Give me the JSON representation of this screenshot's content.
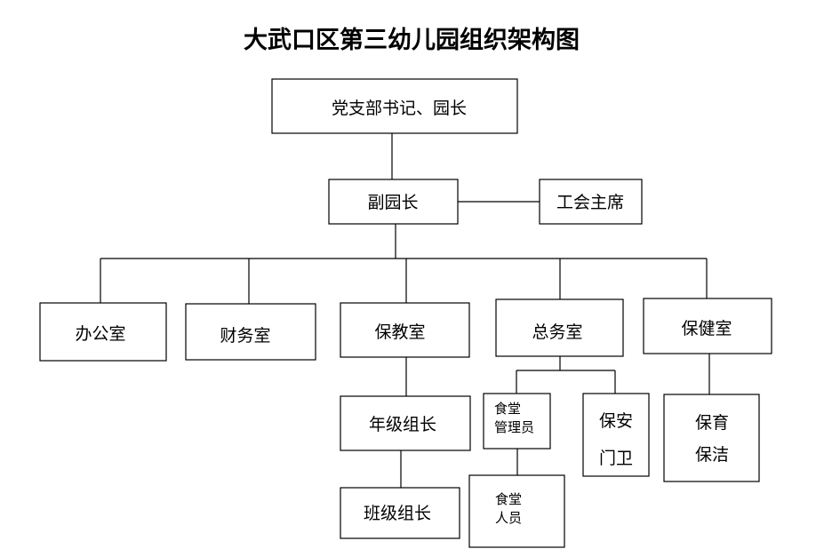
{
  "title": "大武口区第三幼儿园组织架构图",
  "nodes": {
    "secretary_principal": "党支部书记、园长",
    "vice_principal": "副园长",
    "union_chair": "工会主席",
    "office": "办公室",
    "finance": "财务室",
    "education": "保教室",
    "general_affairs": "总务室",
    "health": "保健室",
    "grade_leader": "年级组长",
    "class_leader": "班级组长",
    "canteen_manager": [
      "食堂",
      "管理员"
    ],
    "canteen_staff": [
      "食堂",
      "人员"
    ],
    "security": [
      "保安",
      "门卫"
    ],
    "care_cleaning": [
      "保育",
      "保洁"
    ]
  }
}
